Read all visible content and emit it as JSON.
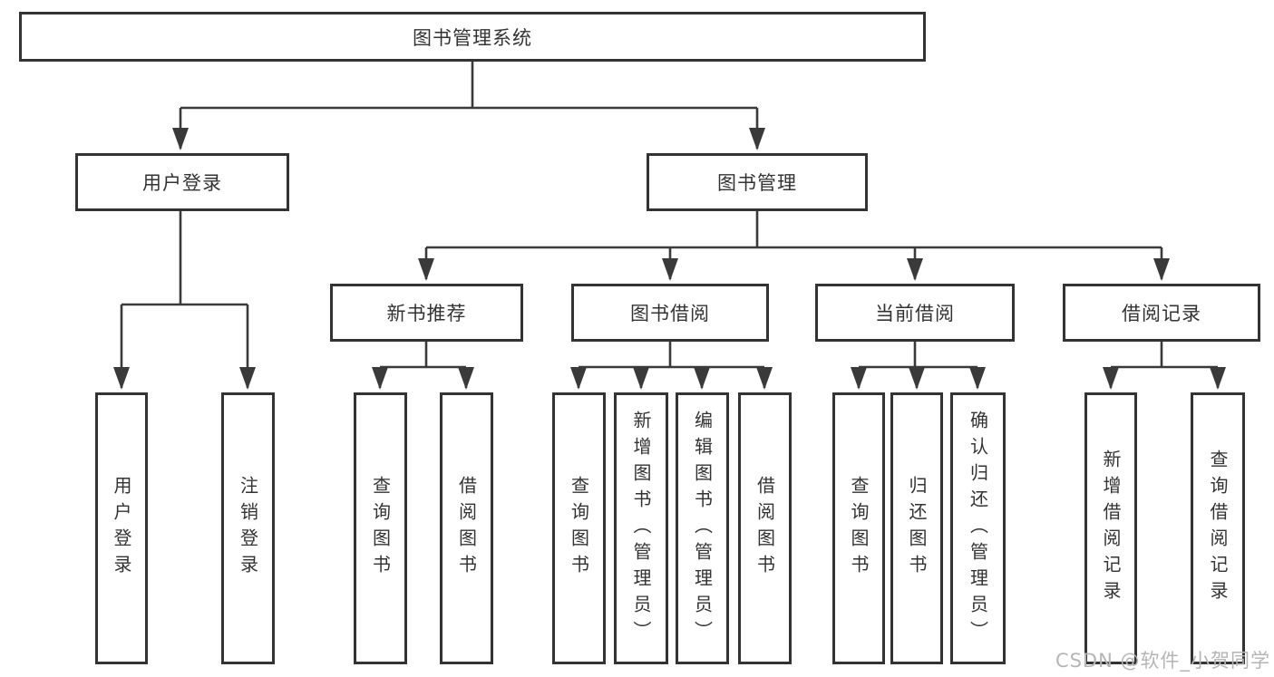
{
  "diagram_type": "tree-structure-chart",
  "nodes": {
    "root": "图书管理系统",
    "level2": [
      "用户登录",
      "图书管理"
    ],
    "level3": [
      "新书推荐",
      "图书借阅",
      "当前借阅",
      "借阅记录"
    ],
    "leaves": {
      "login": [
        "用户登录",
        "注销登录"
      ],
      "recommend": [
        "查询图书",
        "借阅图书"
      ],
      "borrow": [
        "查询图书",
        "新增图书（管理员）",
        "编辑图书（管理员）",
        "借阅图书"
      ],
      "current": [
        "查询图书",
        "归还图书",
        "确认归还（管理员）"
      ],
      "records": [
        "新增借阅记录",
        "查询借阅记录"
      ]
    }
  },
  "watermark": "CSDN @软件_小贺同学",
  "colors": {
    "line": "#3a3a3a",
    "border": "#333333",
    "text": "#333333",
    "watermark": "#b5b5b5",
    "background": "#ffffff"
  }
}
